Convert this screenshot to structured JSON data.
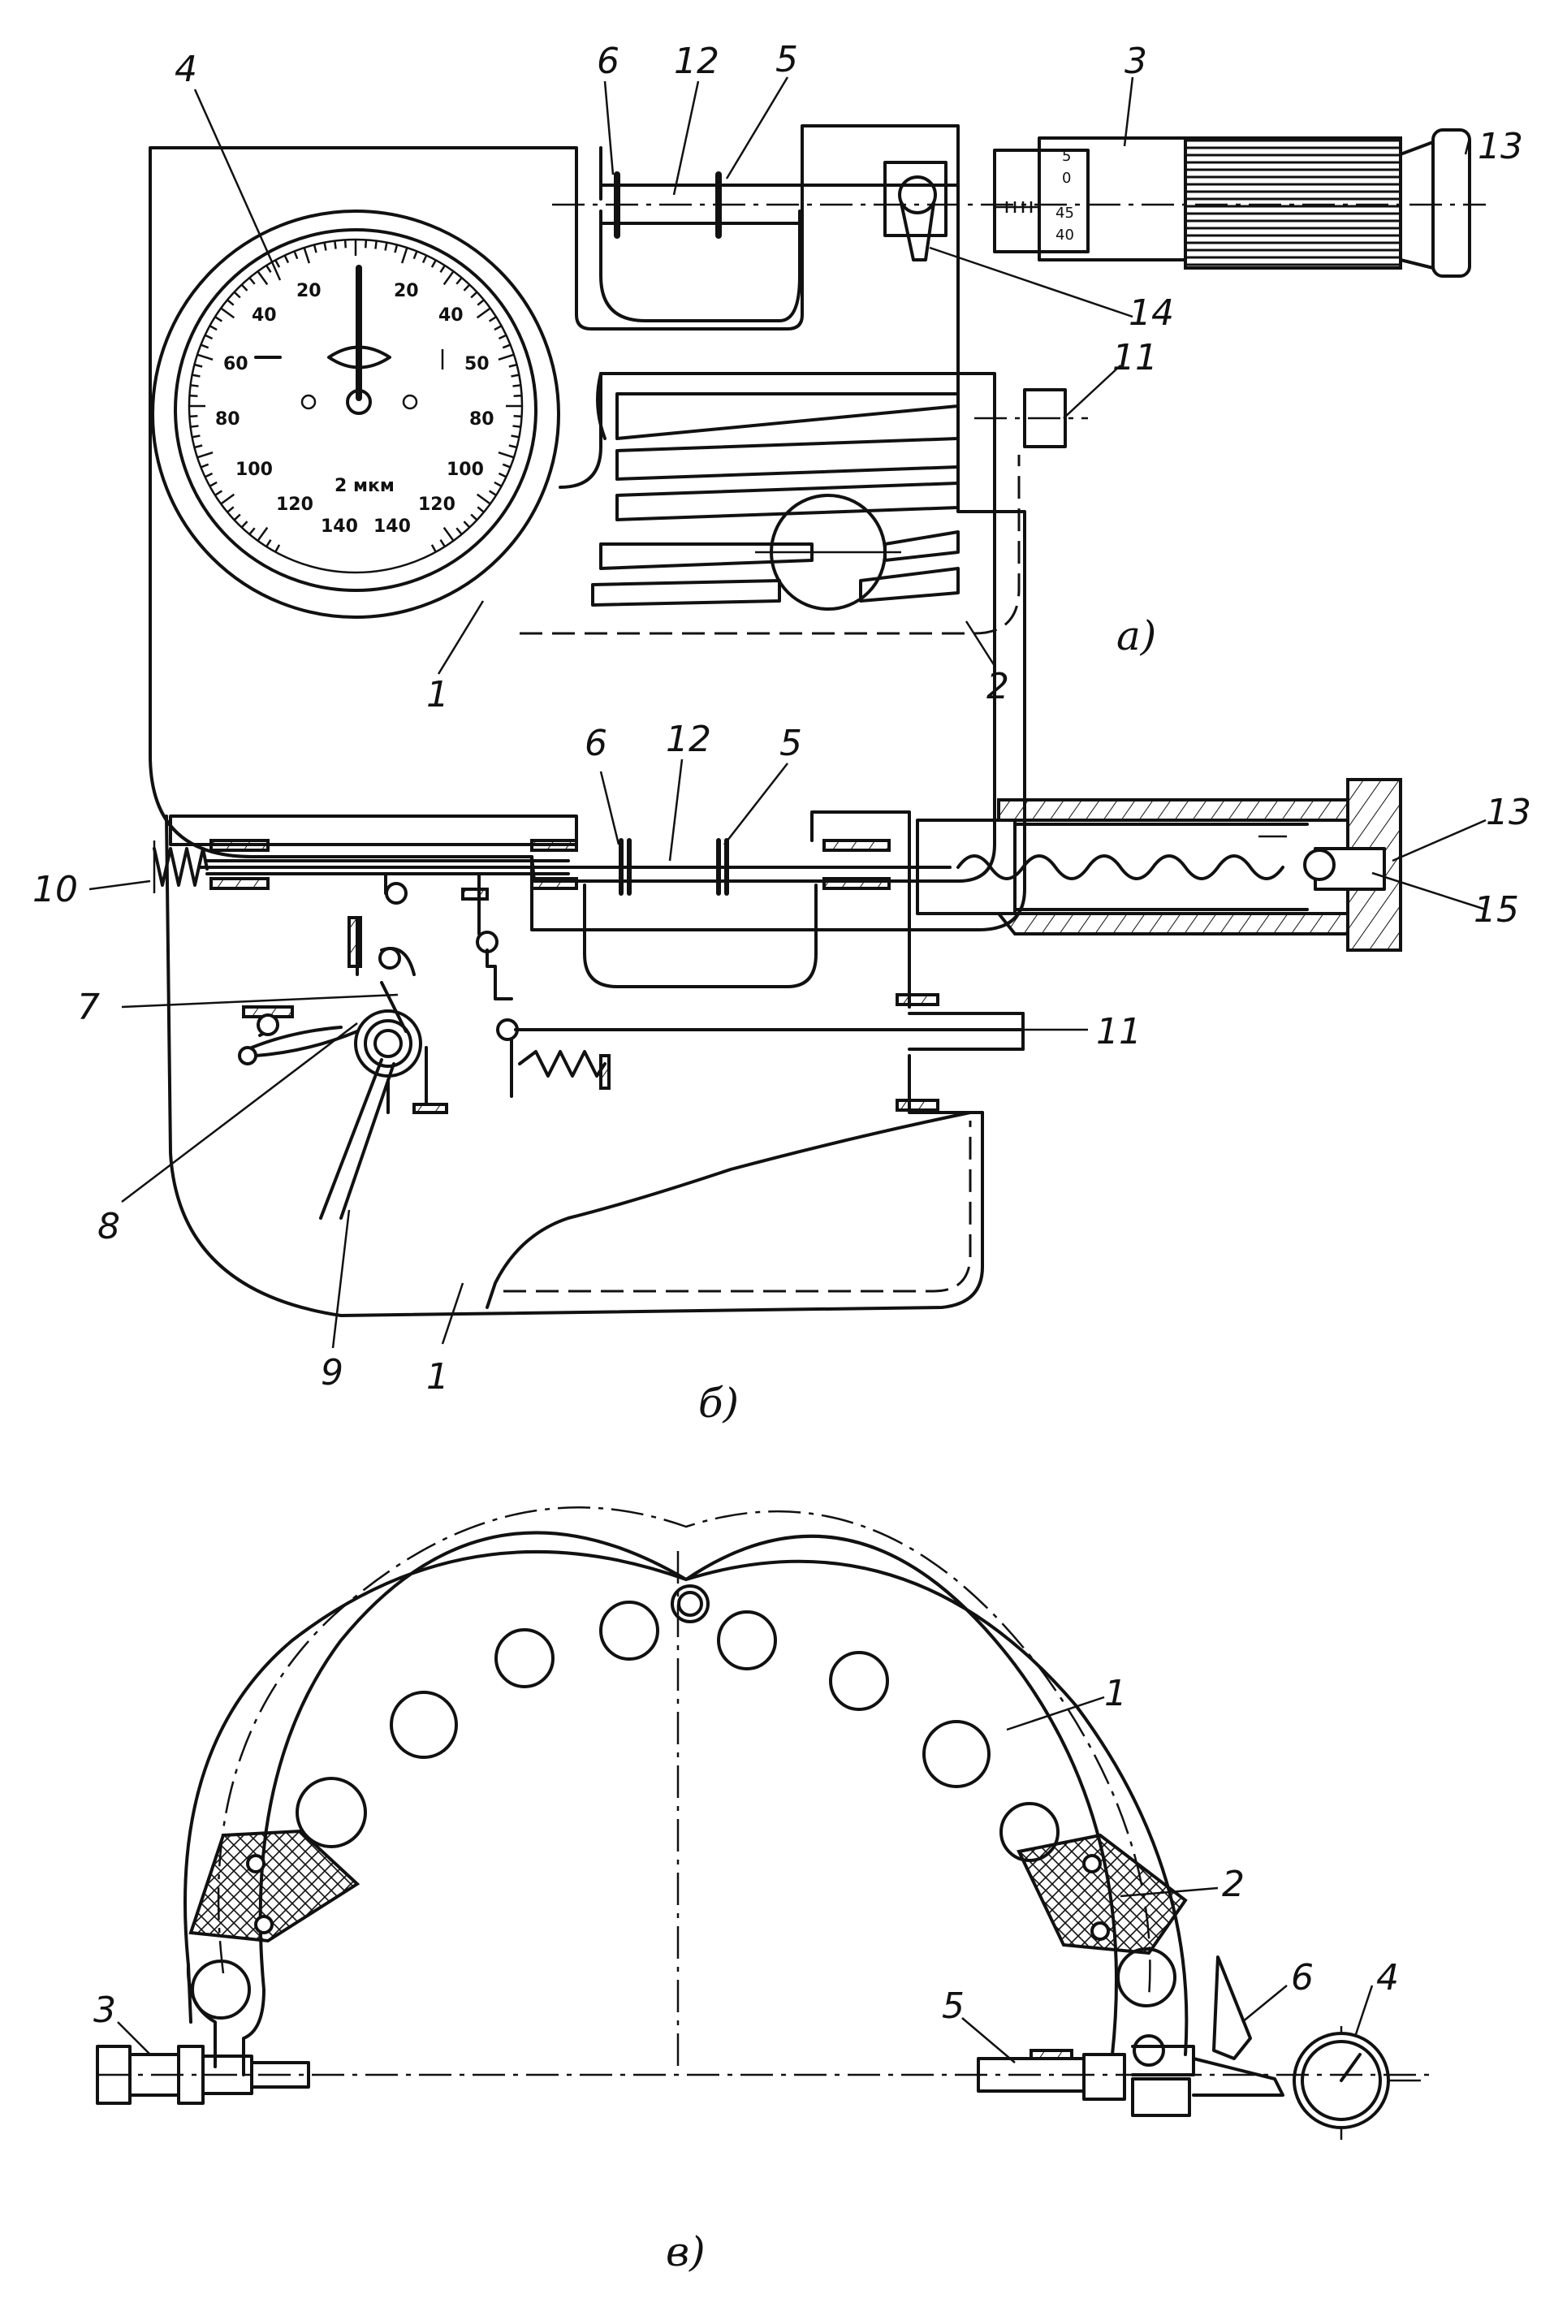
{
  "figure_a": {
    "caption": "a)",
    "labels": [
      "4",
      "6",
      "12",
      "5",
      "3",
      "13",
      "14",
      "11",
      "1",
      "2"
    ],
    "dial": {
      "unit_text": "2 мкм",
      "left_numbers": [
        "20",
        "40",
        "60",
        "80",
        "100",
        "120",
        "140"
      ],
      "right_numbers": [
        "20",
        "40",
        "50",
        "80",
        "100",
        "120",
        "140"
      ]
    },
    "thimble_scale": [
      "5",
      "0",
      "45",
      "40"
    ]
  },
  "figure_b": {
    "caption": "б)",
    "labels": [
      "6",
      "12",
      "5",
      "13",
      "15",
      "10",
      "7",
      "11",
      "8",
      "9",
      "1"
    ]
  },
  "figure_c": {
    "caption": "в)",
    "labels": [
      "1",
      "2",
      "3",
      "5",
      "6",
      "4"
    ]
  }
}
